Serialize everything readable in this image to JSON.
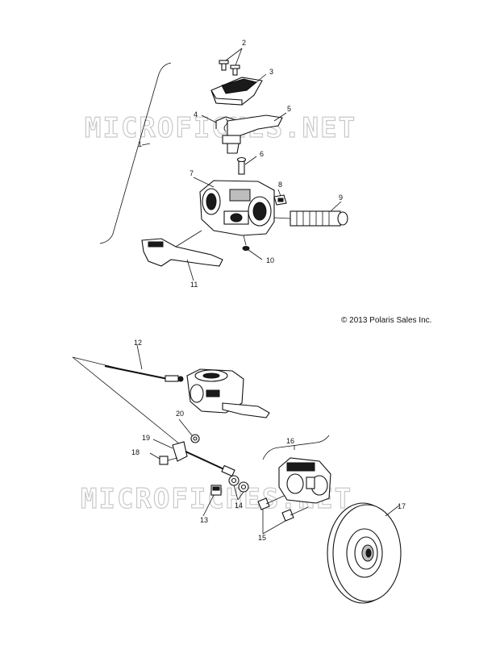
{
  "watermark": "MICROFICHES.NET",
  "copyright": "© 2013 Polaris Sales Inc.",
  "callouts": [
    "1",
    "2",
    "3",
    "4",
    "5",
    "6",
    "7",
    "8",
    "9",
    "10",
    "11",
    "12",
    "13",
    "14",
    "15",
    "16",
    "17",
    "18",
    "19",
    "20"
  ]
}
